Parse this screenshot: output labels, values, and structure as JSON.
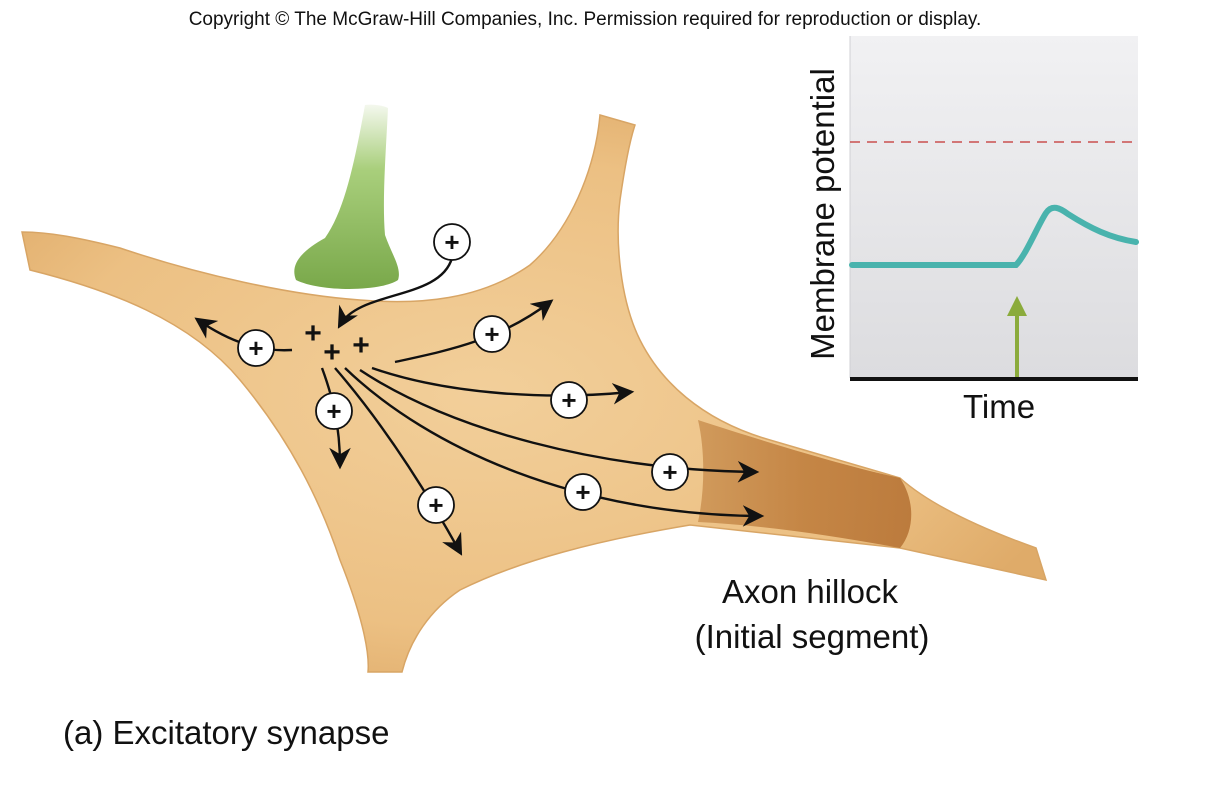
{
  "copyright": "Copyright © The McGraw-Hill Companies, Inc. Permission required for reproduction or display.",
  "graph": {
    "ylabel": "Membrane potential",
    "xlabel": "Time"
  },
  "labels": {
    "axon_hillock_line1": "Axon hillock",
    "axon_hillock_line2": "(Initial segment)",
    "caption": "(a) Excitatory synapse"
  },
  "ion_symbol": "+",
  "colors": {
    "soma": "#ecc083",
    "soma_edge": "#d9a868",
    "axon_hillock": "#c68a46",
    "presynaptic_terminal": "#8fbe5c",
    "trace": "#49b3ad",
    "threshold": "#c9504e",
    "stimulus_arrow": "#8bab3c",
    "graph_bg": "#e6e6e8"
  }
}
